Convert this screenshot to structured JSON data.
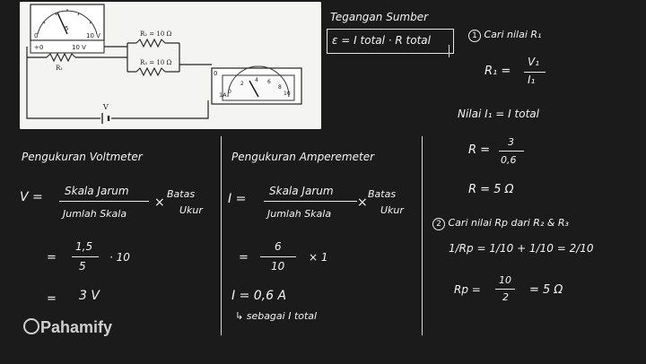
{
  "circuit": {
    "voltmeter_scale": [
      "0",
      "5",
      "10 V"
    ],
    "r2_label": "R₂ = 10 Ω",
    "r3_label": "R₃ = 10 Ω",
    "r1_label": "R₁",
    "ammeter_range": "1A",
    "ammeter_scale": [
      "0",
      "2",
      "4",
      "6",
      "8",
      "10"
    ],
    "battery_label": "V"
  },
  "top_right": {
    "title": "Tegangan Sumber",
    "formula": "ε = I total · R total",
    "step1": "Cari nilai R₁",
    "r1_eq_left": "R₁ =",
    "r1_num": "V₁",
    "r1_den": "I₁",
    "nilai": "Nilai  I₁  = I total",
    "r_eq": "R =",
    "r_num": "3",
    "r_den": "0,6",
    "r_result": "R = 5 Ω",
    "step2": "Cari nilai Rp dari R₂ & R₃",
    "rp_line1": "1/Rp = 1/10 + 1/10 = 2/10",
    "rp_eq": "Rp =",
    "rp_num": "10",
    "rp_den": "2",
    "rp_result": "= 5 Ω"
  },
  "voltmeter": {
    "heading": "Pengukuran Voltmeter",
    "v_eq": "V =",
    "skala_jarum": "Skala Jarum",
    "jumlah_skala": "Jumlah Skala",
    "times": "×",
    "batas": "Batas",
    "ukur": "Ukur",
    "eq2": "=",
    "num2": "1,5",
    "den2": "5",
    "mult2": "· 10",
    "eq3": "=",
    "result": "3 V"
  },
  "ammeter": {
    "heading": "Pengukuran Amperemeter",
    "i_eq": "I =",
    "skala_jarum": "Skala Jarum",
    "jumlah_skala": "Jumlah Skala",
    "times": "×",
    "batas": "Batas",
    "ukur": "Ukur",
    "eq2": "=",
    "num2": "6",
    "den2": "10",
    "mult2": "× 1",
    "result": "I = 0,6 A",
    "note": "↳ sebagai I total"
  },
  "brand": {
    "name": "Pahamify"
  }
}
